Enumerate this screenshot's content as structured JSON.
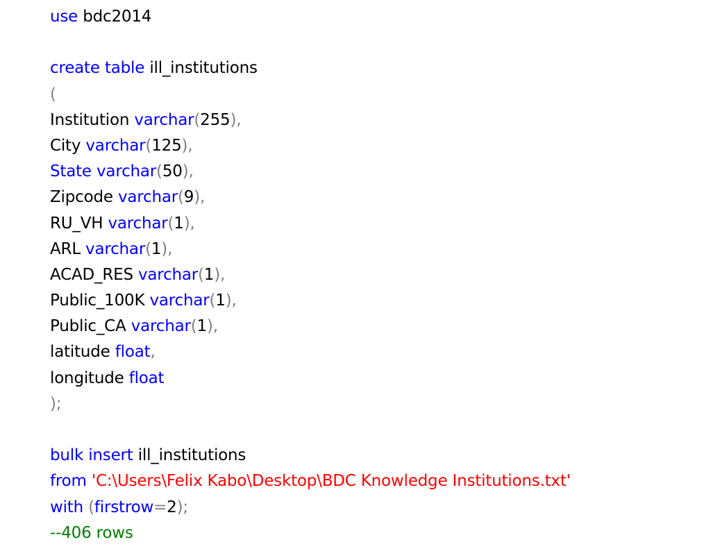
{
  "lines": [
    [
      {
        "t": "kw",
        "v": "use"
      },
      {
        "t": "id",
        "v": " bdc2014"
      }
    ],
    [],
    [
      {
        "t": "kw",
        "v": "create"
      },
      {
        "t": "id",
        "v": " "
      },
      {
        "t": "kw",
        "v": "table"
      },
      {
        "t": "id",
        "v": " ill_institutions"
      }
    ],
    [
      {
        "t": "pu",
        "v": "("
      }
    ],
    [
      {
        "t": "id",
        "v": "Institution "
      },
      {
        "t": "kw",
        "v": "varchar"
      },
      {
        "t": "pu",
        "v": "("
      },
      {
        "t": "num",
        "v": "255"
      },
      {
        "t": "pu",
        "v": "),"
      }
    ],
    [
      {
        "t": "id",
        "v": "City "
      },
      {
        "t": "kw",
        "v": "varchar"
      },
      {
        "t": "pu",
        "v": "("
      },
      {
        "t": "num",
        "v": "125"
      },
      {
        "t": "pu",
        "v": "),"
      }
    ],
    [
      {
        "t": "kw",
        "v": "State"
      },
      {
        "t": "id",
        "v": " "
      },
      {
        "t": "kw",
        "v": "varchar"
      },
      {
        "t": "pu",
        "v": "("
      },
      {
        "t": "num",
        "v": "50"
      },
      {
        "t": "pu",
        "v": "),"
      }
    ],
    [
      {
        "t": "id",
        "v": "Zipcode "
      },
      {
        "t": "kw",
        "v": "varchar"
      },
      {
        "t": "pu",
        "v": "("
      },
      {
        "t": "num",
        "v": "9"
      },
      {
        "t": "pu",
        "v": "),"
      }
    ],
    [
      {
        "t": "id",
        "v": "RU_VH "
      },
      {
        "t": "kw",
        "v": "varchar"
      },
      {
        "t": "pu",
        "v": "("
      },
      {
        "t": "num",
        "v": "1"
      },
      {
        "t": "pu",
        "v": "),"
      }
    ],
    [
      {
        "t": "id",
        "v": "ARL "
      },
      {
        "t": "kw",
        "v": "varchar"
      },
      {
        "t": "pu",
        "v": "("
      },
      {
        "t": "num",
        "v": "1"
      },
      {
        "t": "pu",
        "v": "),"
      }
    ],
    [
      {
        "t": "id",
        "v": "ACAD_RES "
      },
      {
        "t": "kw",
        "v": "varchar"
      },
      {
        "t": "pu",
        "v": "("
      },
      {
        "t": "num",
        "v": "1"
      },
      {
        "t": "pu",
        "v": "),"
      }
    ],
    [
      {
        "t": "id",
        "v": "Public_100K "
      },
      {
        "t": "kw",
        "v": "varchar"
      },
      {
        "t": "pu",
        "v": "("
      },
      {
        "t": "num",
        "v": "1"
      },
      {
        "t": "pu",
        "v": "),"
      }
    ],
    [
      {
        "t": "id",
        "v": "Public_CA "
      },
      {
        "t": "kw",
        "v": "varchar"
      },
      {
        "t": "pu",
        "v": "("
      },
      {
        "t": "num",
        "v": "1"
      },
      {
        "t": "pu",
        "v": "),"
      }
    ],
    [
      {
        "t": "id",
        "v": "latitude "
      },
      {
        "t": "kw",
        "v": "float"
      },
      {
        "t": "pu",
        "v": ","
      }
    ],
    [
      {
        "t": "id",
        "v": "longitude "
      },
      {
        "t": "kw",
        "v": "float"
      }
    ],
    [
      {
        "t": "pu",
        "v": ");"
      }
    ],
    [],
    [
      {
        "t": "kw",
        "v": "bulk"
      },
      {
        "t": "id",
        "v": " "
      },
      {
        "t": "kw",
        "v": "insert"
      },
      {
        "t": "id",
        "v": " ill_institutions"
      }
    ],
    [
      {
        "t": "kw",
        "v": "from"
      },
      {
        "t": "id",
        "v": " "
      },
      {
        "t": "str",
        "v": "'C:\\Users\\Felix Kabo\\Desktop\\BDC Knowledge Institutions.txt'"
      }
    ],
    [
      {
        "t": "kw",
        "v": "with"
      },
      {
        "t": "id",
        "v": " "
      },
      {
        "t": "pu",
        "v": "("
      },
      {
        "t": "kw",
        "v": "firstrow"
      },
      {
        "t": "pu",
        "v": "="
      },
      {
        "t": "num",
        "v": "2"
      },
      {
        "t": "pu",
        "v": ");"
      }
    ],
    [
      {
        "t": "cm",
        "v": "--406 rows"
      }
    ]
  ],
  "colors": {
    "keyword": "#0000ff",
    "identifier": "#000000",
    "punctuation": "#808080",
    "number": "#000000",
    "string": "#ff0000",
    "comment": "#008000"
  }
}
